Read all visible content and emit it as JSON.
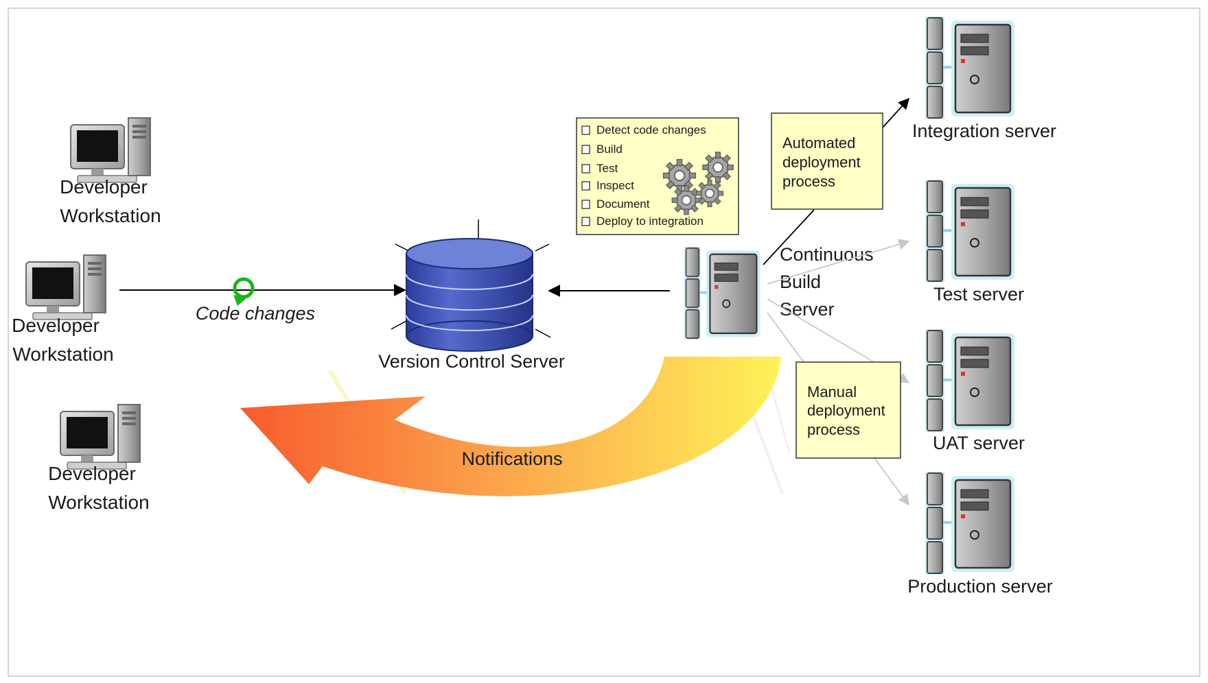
{
  "workstations": [
    {
      "line1": "Developer",
      "line2": "Workstation"
    },
    {
      "line1": "Developer",
      "line2": "Workstation"
    },
    {
      "line1": "Developer",
      "line2": "Workstation"
    }
  ],
  "code_changes_label": "Code changes",
  "version_control_label": "Version Control Server",
  "checklist": {
    "items": [
      "Detect code changes",
      "Build",
      "Test",
      "Inspect",
      "Document",
      "Deploy to integration"
    ]
  },
  "build_server": {
    "line1": "Continuous",
    "line2": "Build",
    "line3": "Server"
  },
  "automated_box": {
    "line1": "Automated",
    "line2": "deployment",
    "line3": "process"
  },
  "manual_box": {
    "line1": "Manual",
    "line2": "deployment",
    "line3": "process"
  },
  "servers": [
    {
      "label": "Integration server"
    },
    {
      "label": "Test server"
    },
    {
      "label": "UAT server"
    },
    {
      "label": "Production server"
    }
  ],
  "notifications_label": "Notifications",
  "colors": {
    "database": "#3b4fb5",
    "database_top": "#6e83d8",
    "note_fill": "#ffffc6",
    "arrow_start": "#f7562a",
    "arrow_end": "#ffee55",
    "server_halo": "#b9e4f2"
  }
}
